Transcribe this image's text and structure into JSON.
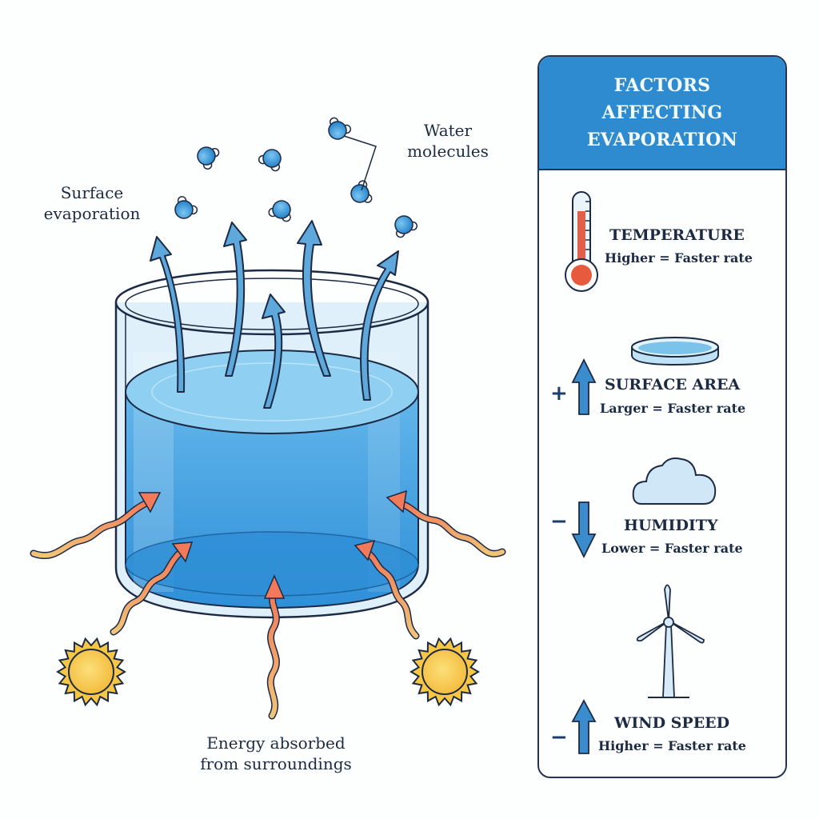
{
  "diagram": {
    "labels": {
      "surface_evaporation": [
        "Surface",
        "evaporation"
      ],
      "water_molecules": [
        "Water",
        "molecules"
      ],
      "energy_absorbed": [
        "Energy absorbed",
        "from surroundings"
      ]
    },
    "colors": {
      "water": "#3a9be0",
      "water_light": "#8ccaf0",
      "evaporation_arrow": "#5ea8dc",
      "heat_arrow_head": "#f07a5a",
      "heat_arrow_tail": "#f2c477",
      "sun": "#f7c744",
      "outline": "#1c2a44"
    }
  },
  "panel": {
    "title_lines": [
      "FACTORS",
      "AFFECTING",
      "EVAPORATION"
    ],
    "header_color": "#2e8bcf",
    "factors": [
      {
        "icon": "thermometer-icon",
        "title": "TEMPERATURE",
        "relation": "Higher = Faster rate",
        "sign": "",
        "direction": ""
      },
      {
        "icon": "shallow-dish-icon",
        "title": "SURFACE AREA",
        "relation": "Larger = Faster rate",
        "sign": "+",
        "direction": "up"
      },
      {
        "icon": "cloud-icon",
        "title": "HUMIDITY",
        "relation": "Lower = Faster rate",
        "sign": "−",
        "direction": "down"
      },
      {
        "icon": "wind-turbine-icon",
        "title": "WIND SPEED",
        "relation": "Higher = Faster rate",
        "sign": "−",
        "direction": "up"
      }
    ]
  }
}
